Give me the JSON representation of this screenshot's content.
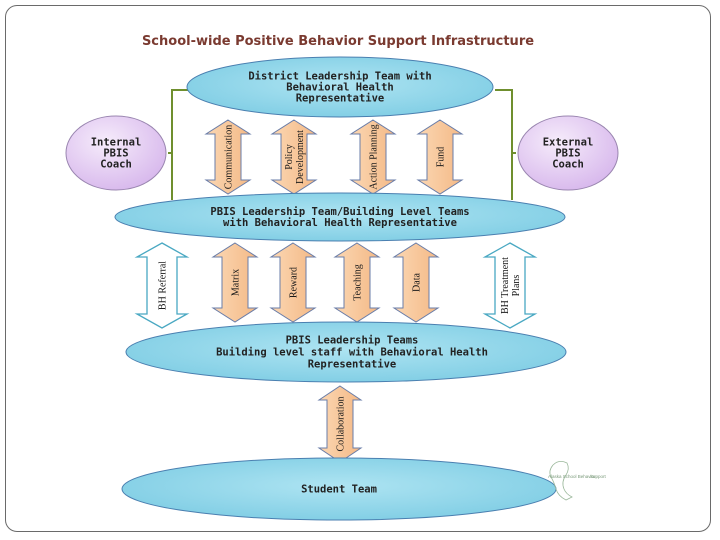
{
  "title": "School-wide Positive Behavior Support Infrastructure",
  "ovals": {
    "district": [
      "District Leadership Team with",
      "Behavioral Health",
      "Representative"
    ],
    "pbis_leadership": [
      "PBIS Leadership Team/Building Level Teams",
      "with Behavioral Health Representative"
    ],
    "pbis_teams": [
      "PBIS Leadership Teams",
      "Building level staff with Behavioral Health",
      "Representative"
    ],
    "student": [
      "Student Team"
    ]
  },
  "coaches": {
    "internal": [
      "Internal",
      "PBIS",
      "Coach"
    ],
    "external": [
      "External",
      "PBIS",
      "Coach"
    ]
  },
  "arrows": {
    "top_row": [
      [
        "Communication"
      ],
      [
        "Policy",
        "Development"
      ],
      [
        "Action Planning"
      ],
      [
        "Fund"
      ]
    ],
    "middle_row": [
      [
        "Matrix"
      ],
      [
        "Reward"
      ],
      [
        "Teaching"
      ],
      [
        "Data"
      ]
    ],
    "left_outline": [
      "BH Referral"
    ],
    "right_outline": [
      "BH Treatment",
      "Plans"
    ],
    "bottom": [
      "Collaboration"
    ]
  },
  "colors": {
    "oval_fill": "#8ed6ea",
    "oval_stroke": "#4a7fb0",
    "coach_fill": "#e3ccf2",
    "arrow_fill": "#f8c89a",
    "arrow_stroke": "#6a7da8",
    "outline_arrow_stroke": "#49a8c2",
    "bracket": "#6f8f2e",
    "title": "#7a3a30"
  }
}
